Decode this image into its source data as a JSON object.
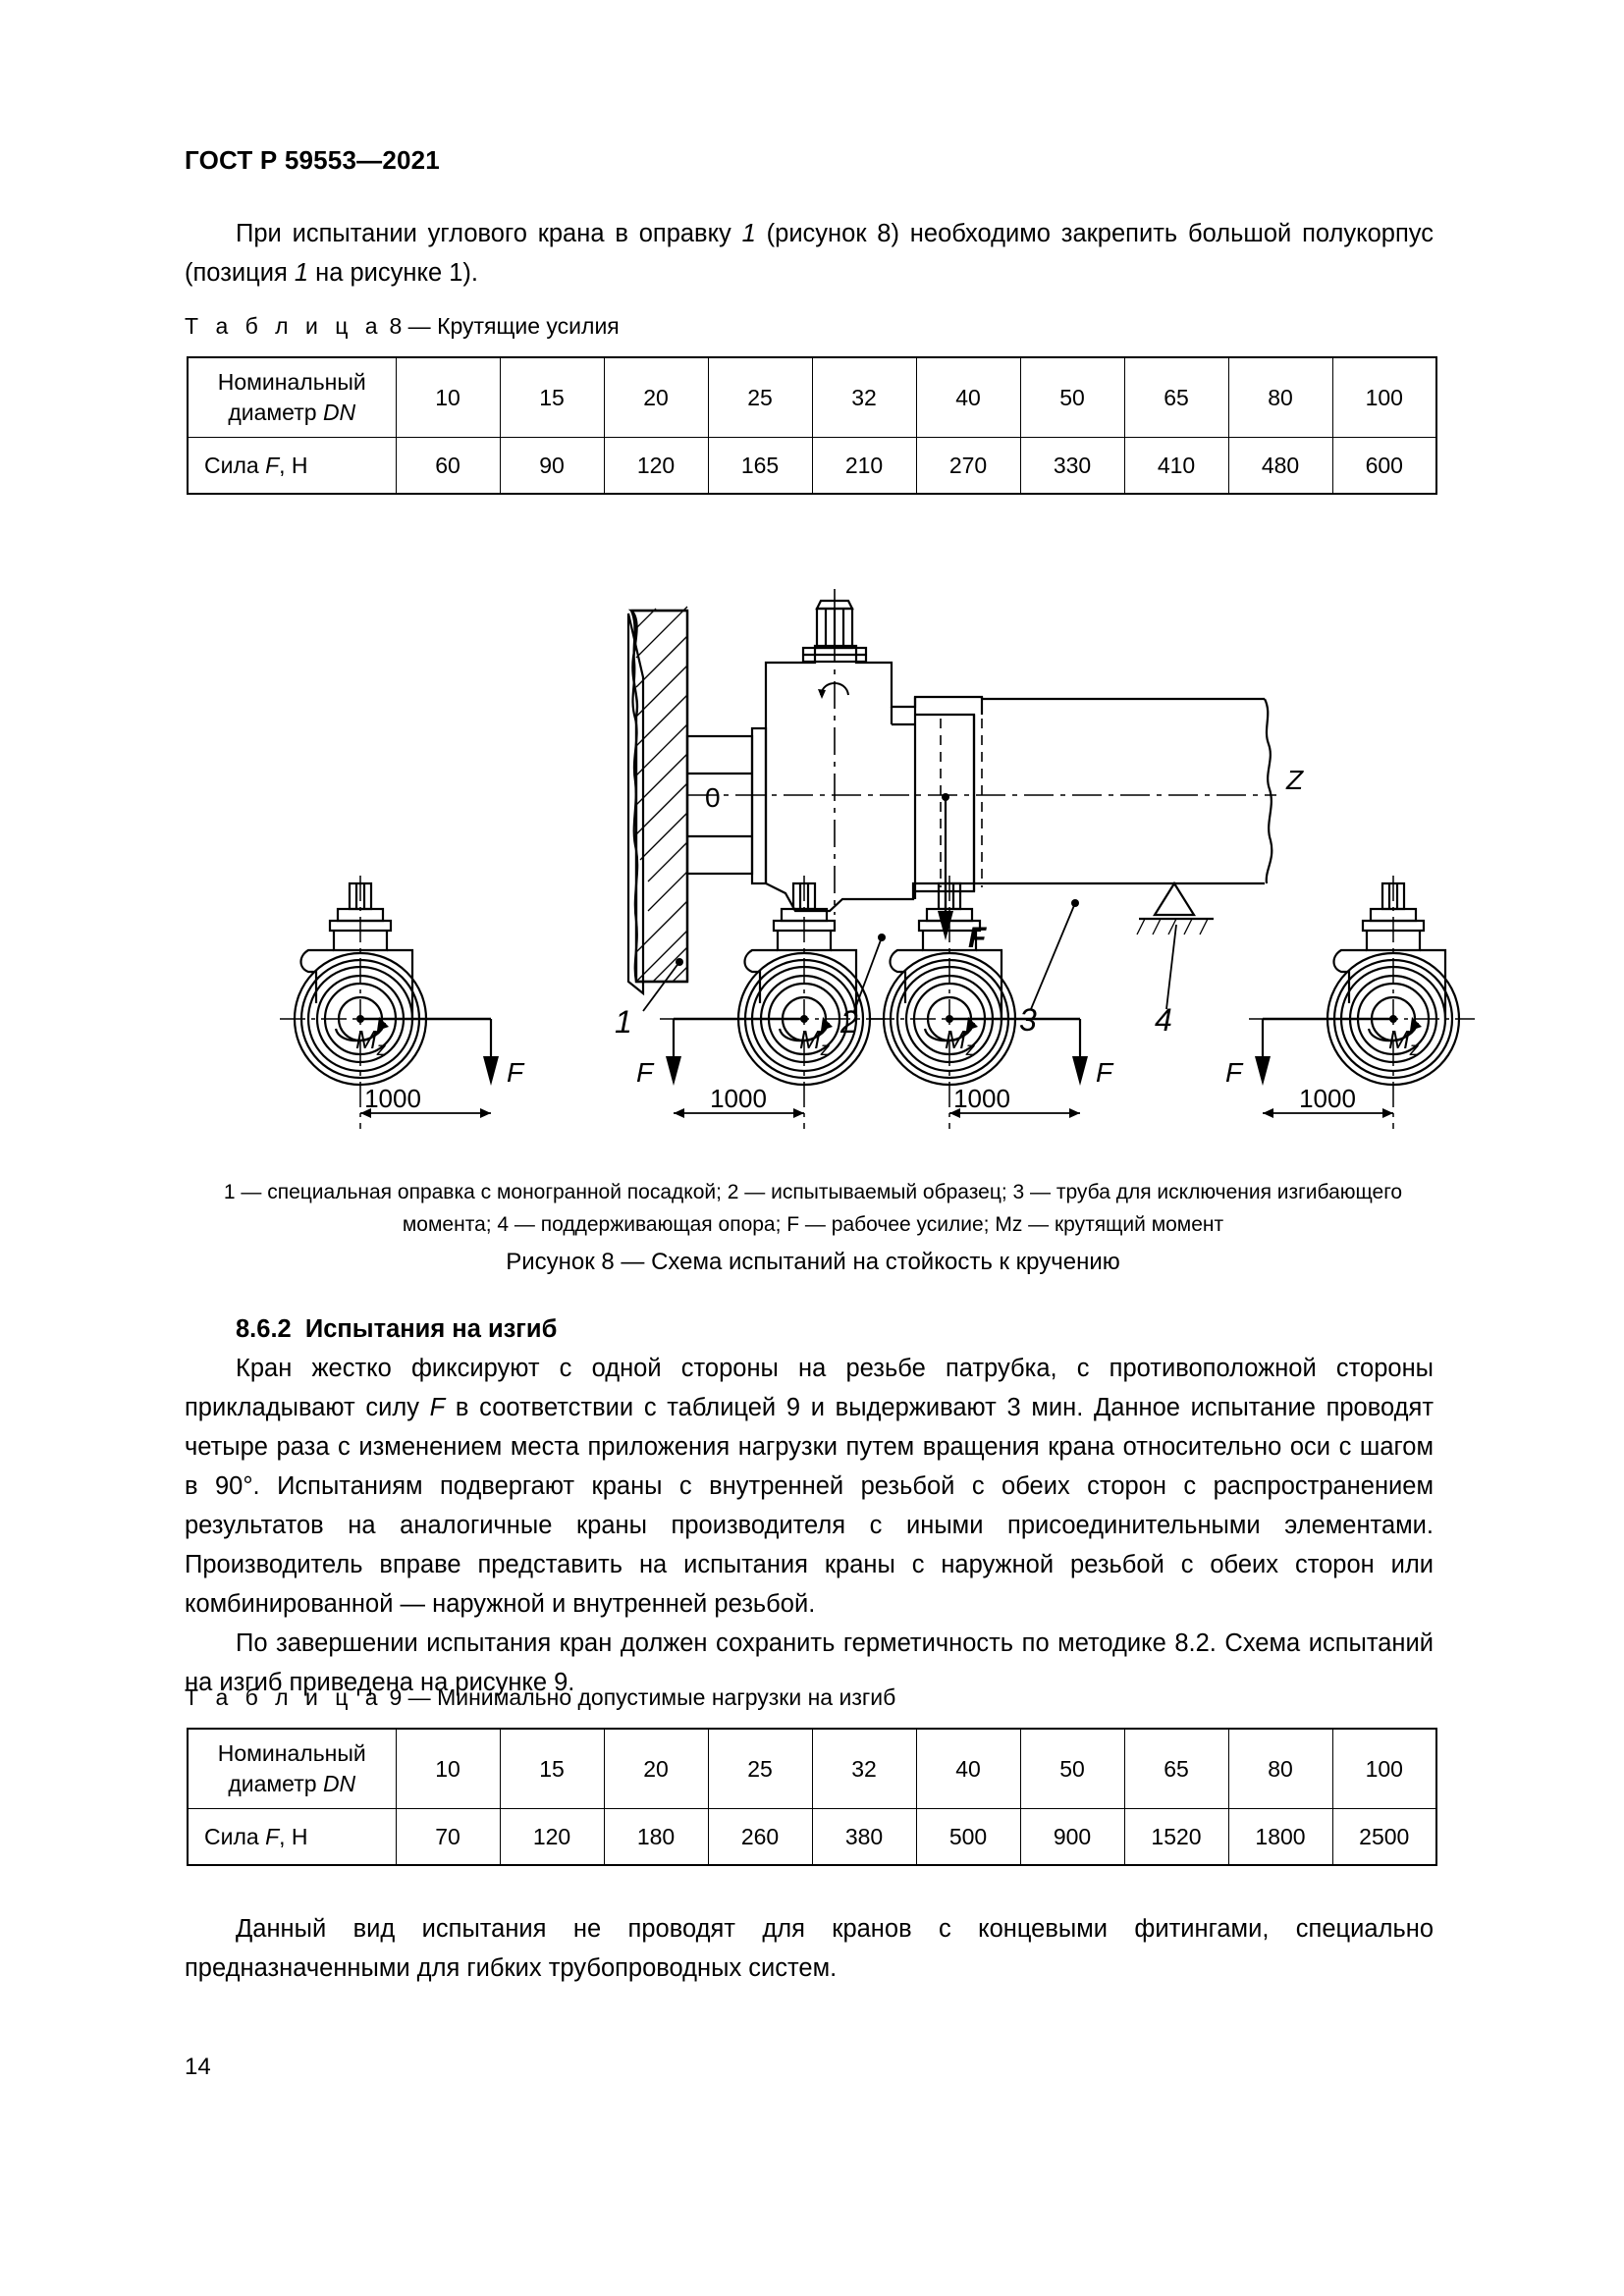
{
  "document": {
    "header": "ГОСТ Р 59553—2021",
    "page_number": "14"
  },
  "paragraphs": {
    "intro": "При испытании углового крана в оправку 1 (рисунок 8) необходимо закрепить большой полукорпус (позиция 1 на рисунке 1).",
    "bend_body_1": "Кран жестко фиксируют с одной стороны на резьбе патрубка, с противоположной стороны прикладывают силу F в соответствии с таблицей 9 и выдерживают 3 мин. Данное испытание проводят четыре раза с изменением места приложения нагрузки путем вращения крана относительно оси с шагом в 90°. Испытаниям подвергают краны с внутренней резьбой с обеих сторон с распространением результатов на аналогичные краны производителя с иными присоединительными элементами. Производитель вправе представить на испытания краны с наружной резьбой с обеих сторон или комбинированной — наружной и внутренней резьбой.",
    "bend_body_2": "По завершении испытания кран должен сохранить герметичность по методике 8.2. Схема испытаний на изгиб приведена на рисунке 9.",
    "closing": "Данный вид испытания не проводят для кранов с концевыми фитингами, специально предназначенными для гибких трубопроводных систем."
  },
  "sections": {
    "bend_tests": {
      "number": "8.6.2",
      "title": "Испытания на изгиб"
    }
  },
  "table8": {
    "caption_word": "Т а б л и ц а",
    "caption_number": "8",
    "caption_dash": "—",
    "caption_title": "Крутящие усилия",
    "row_labels": [
      "Номинальный диаметр DN",
      "Сила F, Н"
    ],
    "row_label_1_line1": "Номинальный",
    "row_label_1_line2": "диаметр ",
    "row_label_1_italic": "DN",
    "row_label_2_pre": "Сила ",
    "row_label_2_italic": "F",
    "row_label_2_post": ", Н",
    "diameters": [
      "10",
      "15",
      "20",
      "25",
      "32",
      "40",
      "50",
      "65",
      "80",
      "100"
    ],
    "forces": [
      "60",
      "90",
      "120",
      "165",
      "210",
      "270",
      "330",
      "410",
      "480",
      "600"
    ]
  },
  "table9": {
    "caption_word": "Т а б л и ц а",
    "caption_number": "9",
    "caption_dash": "—",
    "caption_title": "Минимально допустимые нагрузки на изгиб",
    "row_label_1_line1": "Номинальный",
    "row_label_1_line2": "диаметр ",
    "row_label_1_italic": "DN",
    "row_label_2_pre": "Сила ",
    "row_label_2_italic": "F",
    "row_label_2_post": ", Н",
    "diameters": [
      "10",
      "15",
      "20",
      "25",
      "32",
      "40",
      "50",
      "65",
      "80",
      "100"
    ],
    "forces": [
      "70",
      "120",
      "180",
      "260",
      "380",
      "500",
      "900",
      "1520",
      "1800",
      "2500"
    ]
  },
  "figure8": {
    "legend_line1": "1 — специальная оправка с моногранной посадкой; 2 — испытываемый образец; 3 — труба для исключения изгибающего",
    "legend_line2": "момента; 4 — поддерживающая опора; F — рабочее усилие; Mz — крутящий момент",
    "title": "Рисунок 8 — Схема испытаний на стойкость к кручению",
    "callouts": [
      "1",
      "2",
      "3",
      "4"
    ],
    "axis_label": "Z",
    "force_label": "F",
    "zero_label": "0",
    "moment_label": "Mz",
    "dimension": "1000",
    "dimension_count": 4
  }
}
